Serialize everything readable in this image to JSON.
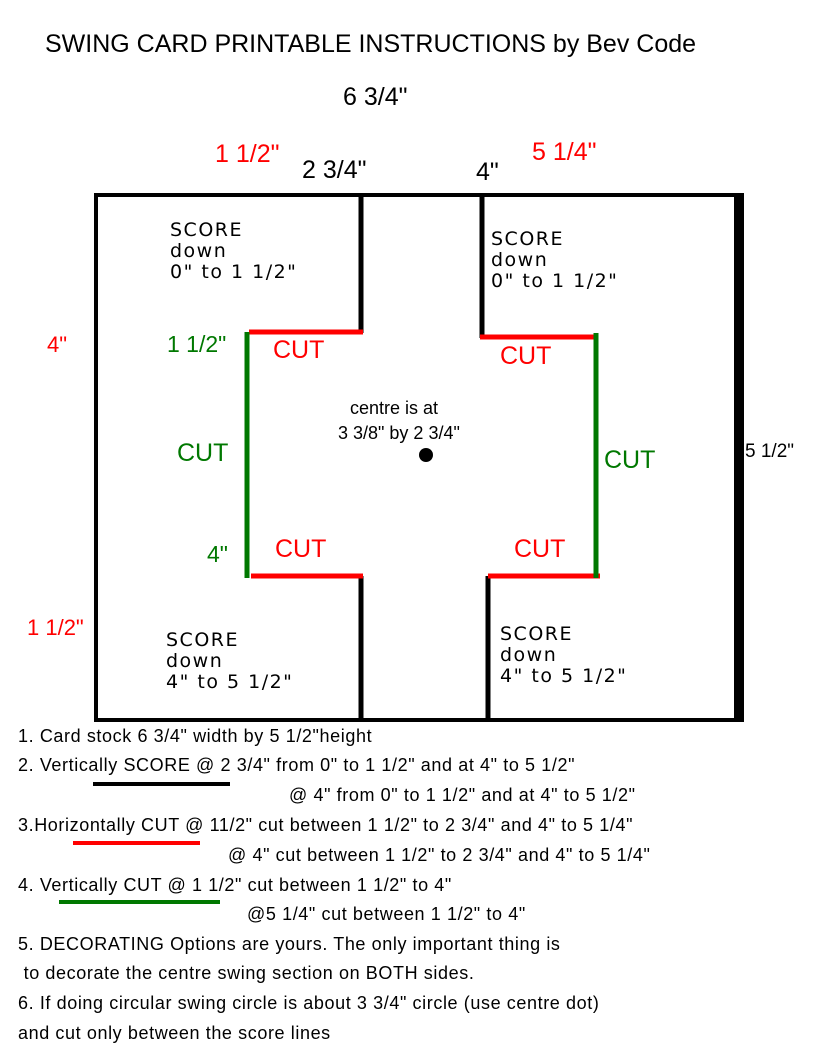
{
  "title": "SWING CARD PRINTABLE INSTRUCTIONS by Bev Code",
  "dims": {
    "top_total": "6 3/4\"",
    "top_left_red": "1 1/2\"",
    "top_left_black": "2 3/4\"",
    "top_right_black": "4\"",
    "top_right_red": "5 1/4\"",
    "left_upper_red": "4\"",
    "left_lower_red": "1 1/2\"",
    "right_height": "5 1/2\"",
    "green_top": "1 1/2\"",
    "green_bottom": "4\""
  },
  "labels": {
    "score_tl": "SCORE\ndown\n0\" to 1 1/2\"",
    "score_tr": "SCORE\ndown\n0\" to 1 1/2\"",
    "score_bl": "SCORE\ndown\n4\" to 5 1/2\"",
    "score_br": "SCORE\ndown\n4\" to 5 1/2\"",
    "cut": "CUT",
    "centre_line1": "centre is at",
    "centre_line2": "3 3/8\" by 2 3/4\""
  },
  "colors": {
    "score": "#000000",
    "cut_horizontal": "#ff0000",
    "cut_vertical": "#007800"
  },
  "instructions": [
    "1. Card stock 6 3/4\" width by 5 1/2\"height",
    "2. Vertically SCORE @ 2 3/4\" from 0\" to 1 1/2\" and at 4\" to 5 1/2\"",
    "@ 4\" from 0\" to 1 1/2\" and at 4\" to 5 1/2\"",
    "3.Horizontally CUT @ 11/2\" cut between 1 1/2\" to 2 3/4\" and 4\" to 5 1/4\"",
    "@ 4\" cut between      1 1/2\" to 2 3/4\" and 4\" to 5 1/4\"",
    "4. Vertically CUT @ 1 1/2\" cut between 1 1/2\" to 4\"",
    "@5 1/4\" cut between 1 1/2\" to 4\"",
    "5. DECORATING Options are yours. The only important thing is",
    " to decorate the centre swing section on BOTH sides.",
    "6. If doing circular swing circle is about 3 3/4\" circle (use centre dot)",
    "and cut only between the score lines"
  ]
}
